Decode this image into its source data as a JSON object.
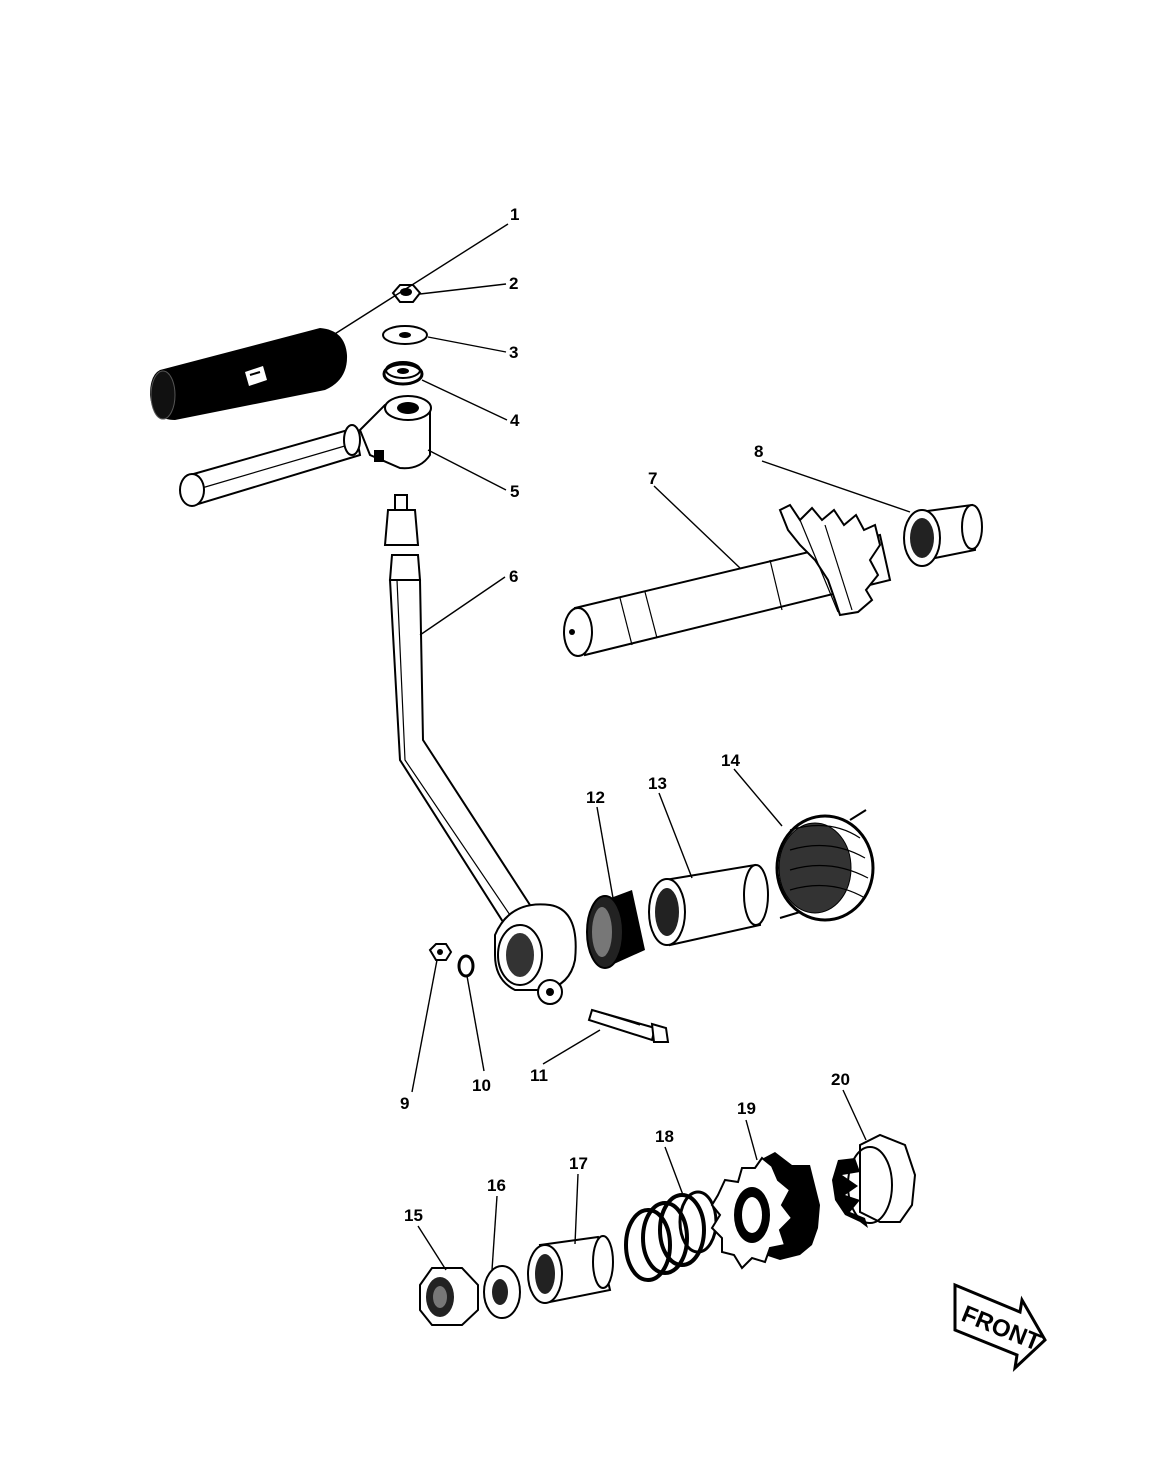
{
  "callouts": {
    "c1": "1",
    "c2": "2",
    "c3": "3",
    "c4": "4",
    "c5": "5",
    "c6": "6",
    "c7": "7",
    "c8": "8",
    "c9": "9",
    "c10": "10",
    "c11": "11",
    "c12": "12",
    "c13": "13",
    "c14": "14",
    "c15": "15",
    "c16": "16",
    "c17": "17",
    "c18": "18",
    "c19": "19",
    "c20": "20"
  },
  "front_label": "FRONT",
  "colors": {
    "ink": "#000000",
    "paper": "#ffffff"
  }
}
